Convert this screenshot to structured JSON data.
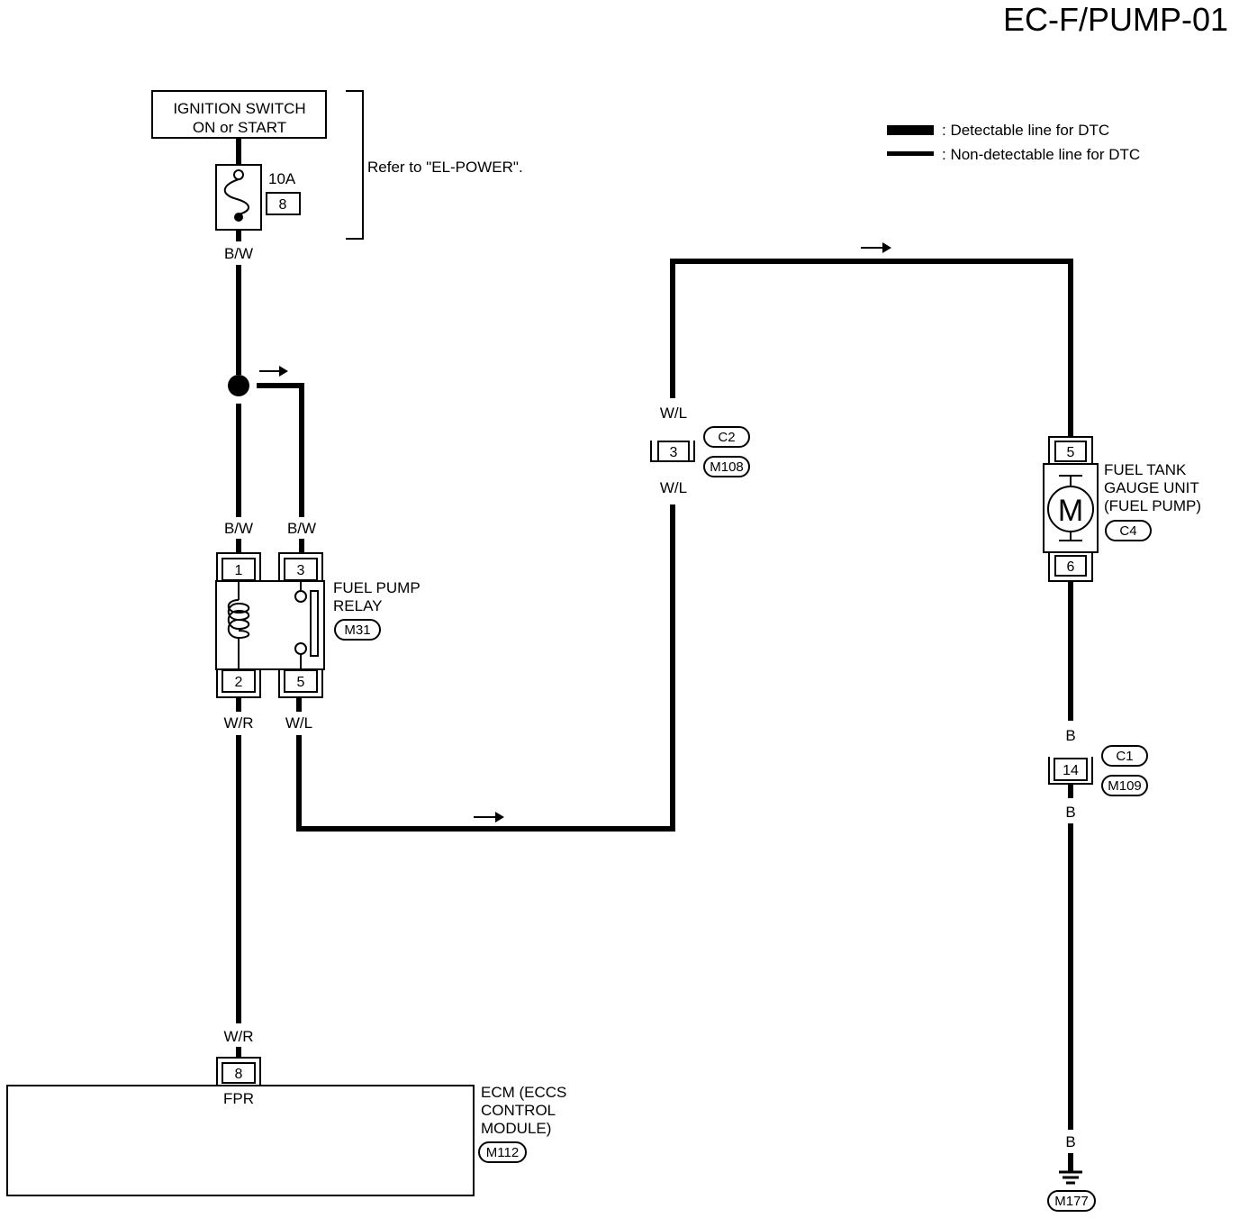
{
  "page_code": "EC-F/PUMP-01",
  "legend": {
    "detectable": ": Detectable line for DTC",
    "non_detectable": ": Non-detectable line for DTC"
  },
  "ignition": {
    "line1": "IGNITION SWITCH",
    "line2": "ON or START"
  },
  "fuse": {
    "rating": "10A",
    "number": "8"
  },
  "refer_note": "Refer to \"EL-POWER\".",
  "wires": {
    "bw_top": "B/W",
    "bw_left": "B/W",
    "bw_right": "B/W",
    "wr_top": "W/R",
    "wl_relay": "W/L",
    "wl_upper": "W/L",
    "wl_lower": "W/L",
    "wr_ecm": "W/R",
    "b_upper": "B",
    "b_lower": "B",
    "b_ground": "B"
  },
  "relay": {
    "line1": "FUEL PUMP",
    "line2": "RELAY",
    "connector": "M31",
    "pins": [
      "1",
      "3",
      "2",
      "5"
    ]
  },
  "connector_c2": {
    "pin": "3",
    "ids": [
      "C2",
      "M108"
    ]
  },
  "fuel_pump": {
    "line1": "FUEL TANK",
    "line2": "GAUGE UNIT",
    "line3": "(FUEL PUMP)",
    "connector": "C4",
    "motor_symbol": "M",
    "pins": [
      "5",
      "6"
    ]
  },
  "connector_c1": {
    "pin": "14",
    "ids": [
      "C1",
      "M109"
    ]
  },
  "ecm": {
    "line1": "ECM (ECCS",
    "line2": "CONTROL",
    "line3": "MODULE)",
    "connector": "M112",
    "pin": "8",
    "terminal": "FPR"
  },
  "ground": {
    "connector": "M177"
  }
}
